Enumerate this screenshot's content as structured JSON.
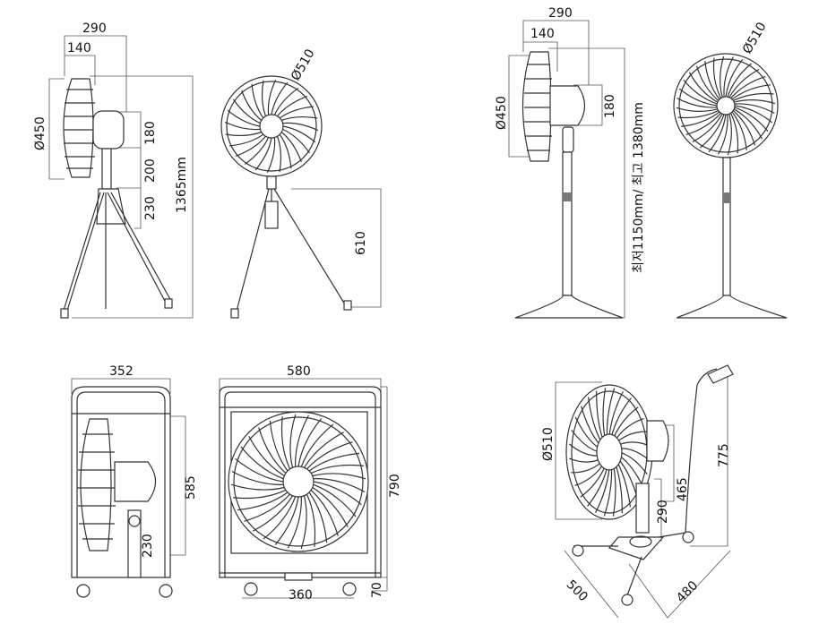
{
  "views": {
    "tripod_side": {
      "width": "290",
      "depth": "140",
      "diameter": "Ø450",
      "motor_height": "180",
      "neck": "200",
      "base": "230",
      "total_height": "1365mm"
    },
    "tripod_front": {
      "diameter": "Ø510",
      "leg_height": "610"
    },
    "stand_side": {
      "width": "290",
      "depth": "140",
      "diameter": "Ø450",
      "motor_height": "180",
      "height_range": "최저1150mm/ 최고 1380mm"
    },
    "stand_front": {
      "diameter": "Ø510"
    },
    "cart_side": {
      "width": "352",
      "height": "585",
      "base": "230"
    },
    "cart_front": {
      "width": "580",
      "height": "790",
      "wheel_span": "360",
      "clearance": "70"
    },
    "dolly": {
      "diameter": "Ø510",
      "handle_height": "775",
      "mount_height": "465",
      "column": "290",
      "leg_a": "500",
      "leg_b": "480"
    }
  },
  "colors": {
    "line": "#333333",
    "dimension": "#555555"
  }
}
